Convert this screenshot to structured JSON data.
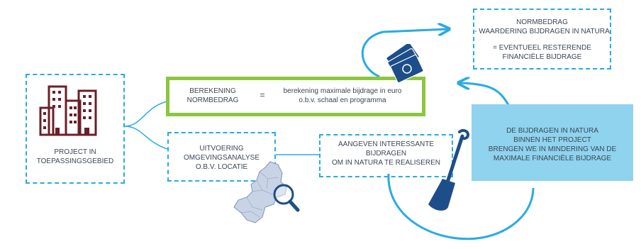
{
  "colors": {
    "accent_blue": "#29abe2",
    "green": "#8cc63f",
    "light_blue_fill": "#8fd3ee",
    "navy": "#1d4e89",
    "dark_red": "#6b1f28"
  },
  "project": {
    "icon": "city-buildings-icon",
    "label_line1": "PROJECT IN",
    "label_line2": "TOEPASSINGSGEBIED"
  },
  "calculation": {
    "left_line1": "BEREKENING",
    "left_line2": "NORMBEDRAG",
    "equals": "=",
    "right_line1": "berekening maximale bijdrage in euro",
    "right_line2": "o.b.v. schaal en programma"
  },
  "analysis": {
    "line1": "UITVOERING",
    "line2": "OMGEVINGSANALYSE",
    "line3": "O.B.V. LOCATIE",
    "icon": "map-magnifier-icon"
  },
  "contributions": {
    "line1": "AANGEVEN INTERESSANTE",
    "line2": "BIJDRAGEN",
    "line3": "OM IN NATURA  TE REALISEREN",
    "icon": "shovel-icon"
  },
  "result": {
    "line1": "NORMBEDRAG",
    "line2": "- WAARDERING BIJDRAGEN IN NATURA",
    "line3": "= EVENTUEEL RESTERENDE",
    "line4": "FINANCIËLE BIJDRAGE",
    "icon": "money-bills-icon"
  },
  "reduction": {
    "line1": "DE BIJDRAGEN IN NATURA",
    "line2": "BINNEN HET PROJECT",
    "line3": "BRENGEN WE IN MINDERING VAN DE",
    "line4": "MAXIMALE FINANCIËLE BIJDRAGE"
  }
}
